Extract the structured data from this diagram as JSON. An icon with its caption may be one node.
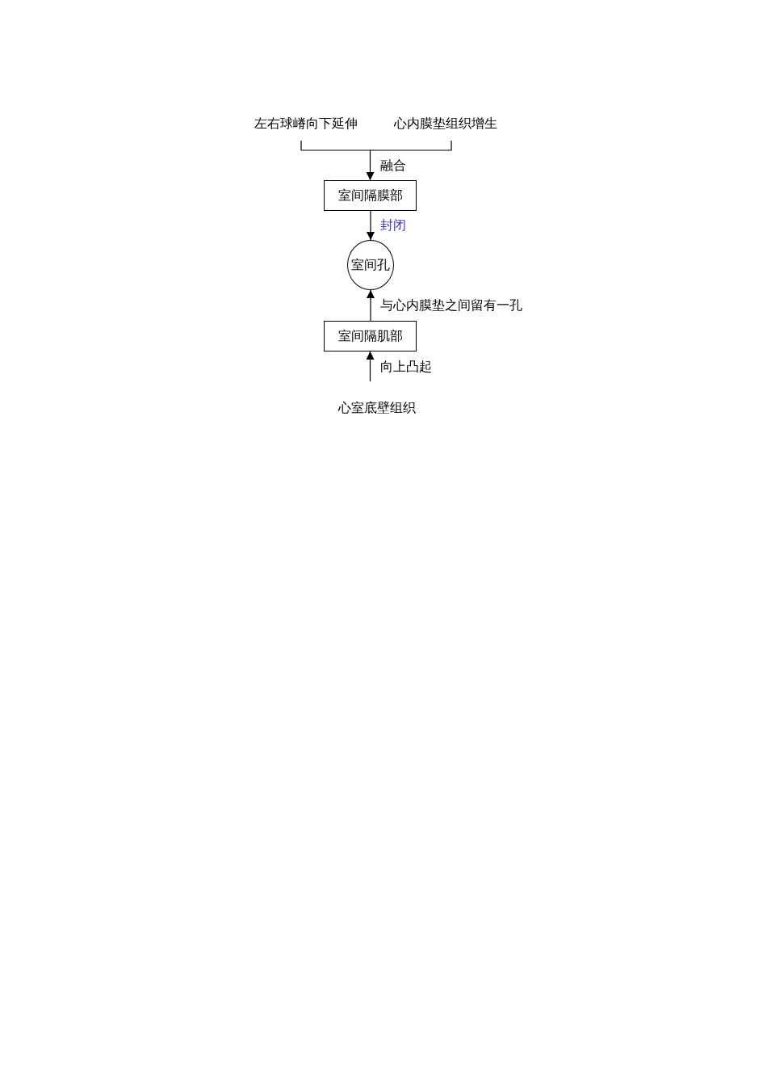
{
  "diagram": {
    "nodes": [
      {
        "text": [
          "左右球嵴向下延伸"
        ]
      },
      {
        "text": [
          "心内膜垫组织增生"
        ]
      },
      {
        "text": [
          "室间隔膜部"
        ]
      },
      {
        "text": [
          "室间孔"
        ]
      },
      {
        "text": [
          "室间隔肌部"
        ]
      },
      {
        "text": [
          "心室底壁组织"
        ]
      }
    ],
    "edges": [
      {
        "from": 0,
        "to": 2,
        "arrow": "to",
        "label": "融合"
      },
      {
        "from": 1,
        "to": 2,
        "arrow": "to"
      },
      {
        "from": 2,
        "to": 3,
        "arrow": "to",
        "label": "封闭"
      },
      {
        "from": 4,
        "to": 3,
        "arrow": "to",
        "label": "与心内膜垫之间留有一孔"
      },
      {
        "from": 5,
        "to": 4,
        "arrow": "to",
        "label": "向上凸起"
      }
    ]
  }
}
